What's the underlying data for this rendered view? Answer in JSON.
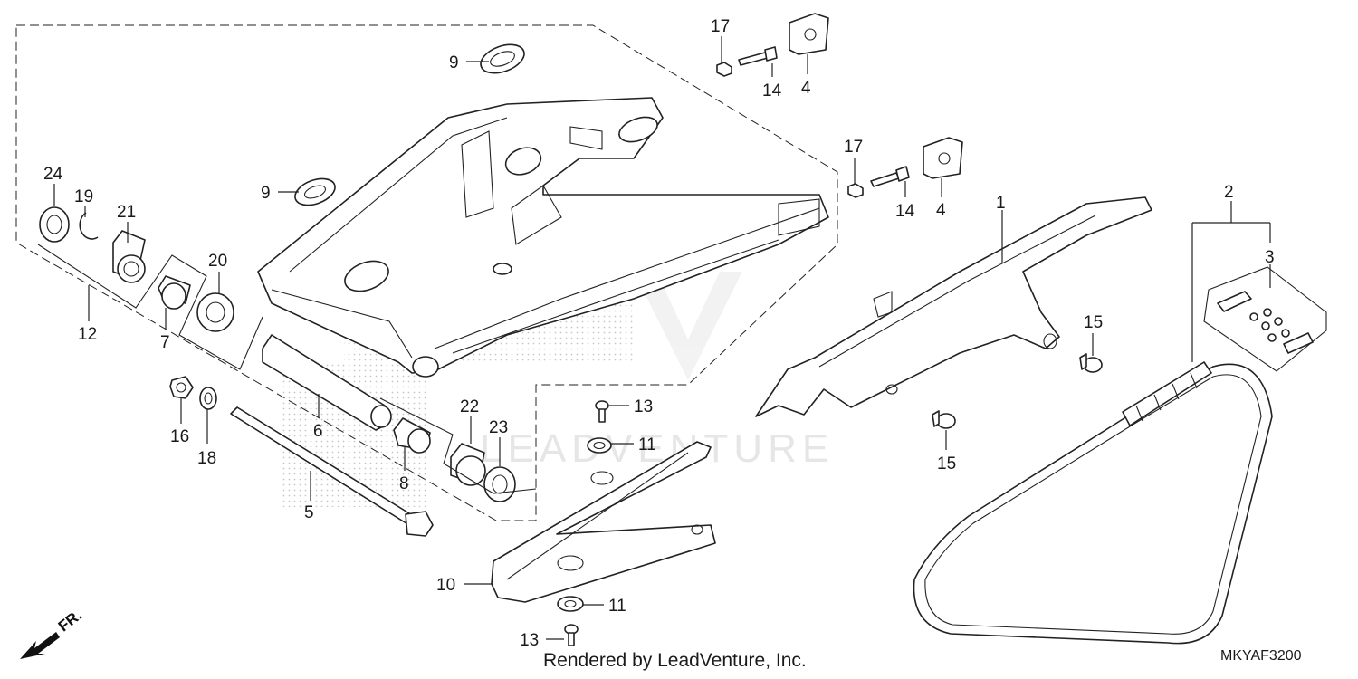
{
  "watermark_text": "LEADVENTURE",
  "caption": "Rendered by LeadVenture, Inc.",
  "diagram_code": "MKYAF3200",
  "front_label": "FR.",
  "callouts": {
    "c1": "1",
    "c2": "2",
    "c3": "3",
    "c4a": "4",
    "c4b": "4",
    "c5": "5",
    "c6": "6",
    "c7": "7",
    "c8": "8",
    "c9a": "9",
    "c9b": "9",
    "c10": "10",
    "c11a": "11",
    "c11b": "11",
    "c12": "12",
    "c13a": "13",
    "c13b": "13",
    "c14a": "14",
    "c14b": "14",
    "c15a": "15",
    "c15b": "15",
    "c16": "16",
    "c17a": "17",
    "c17b": "17",
    "c18": "18",
    "c19": "19",
    "c20": "20",
    "c21": "21",
    "c22": "22",
    "c23": "23",
    "c24": "24"
  }
}
